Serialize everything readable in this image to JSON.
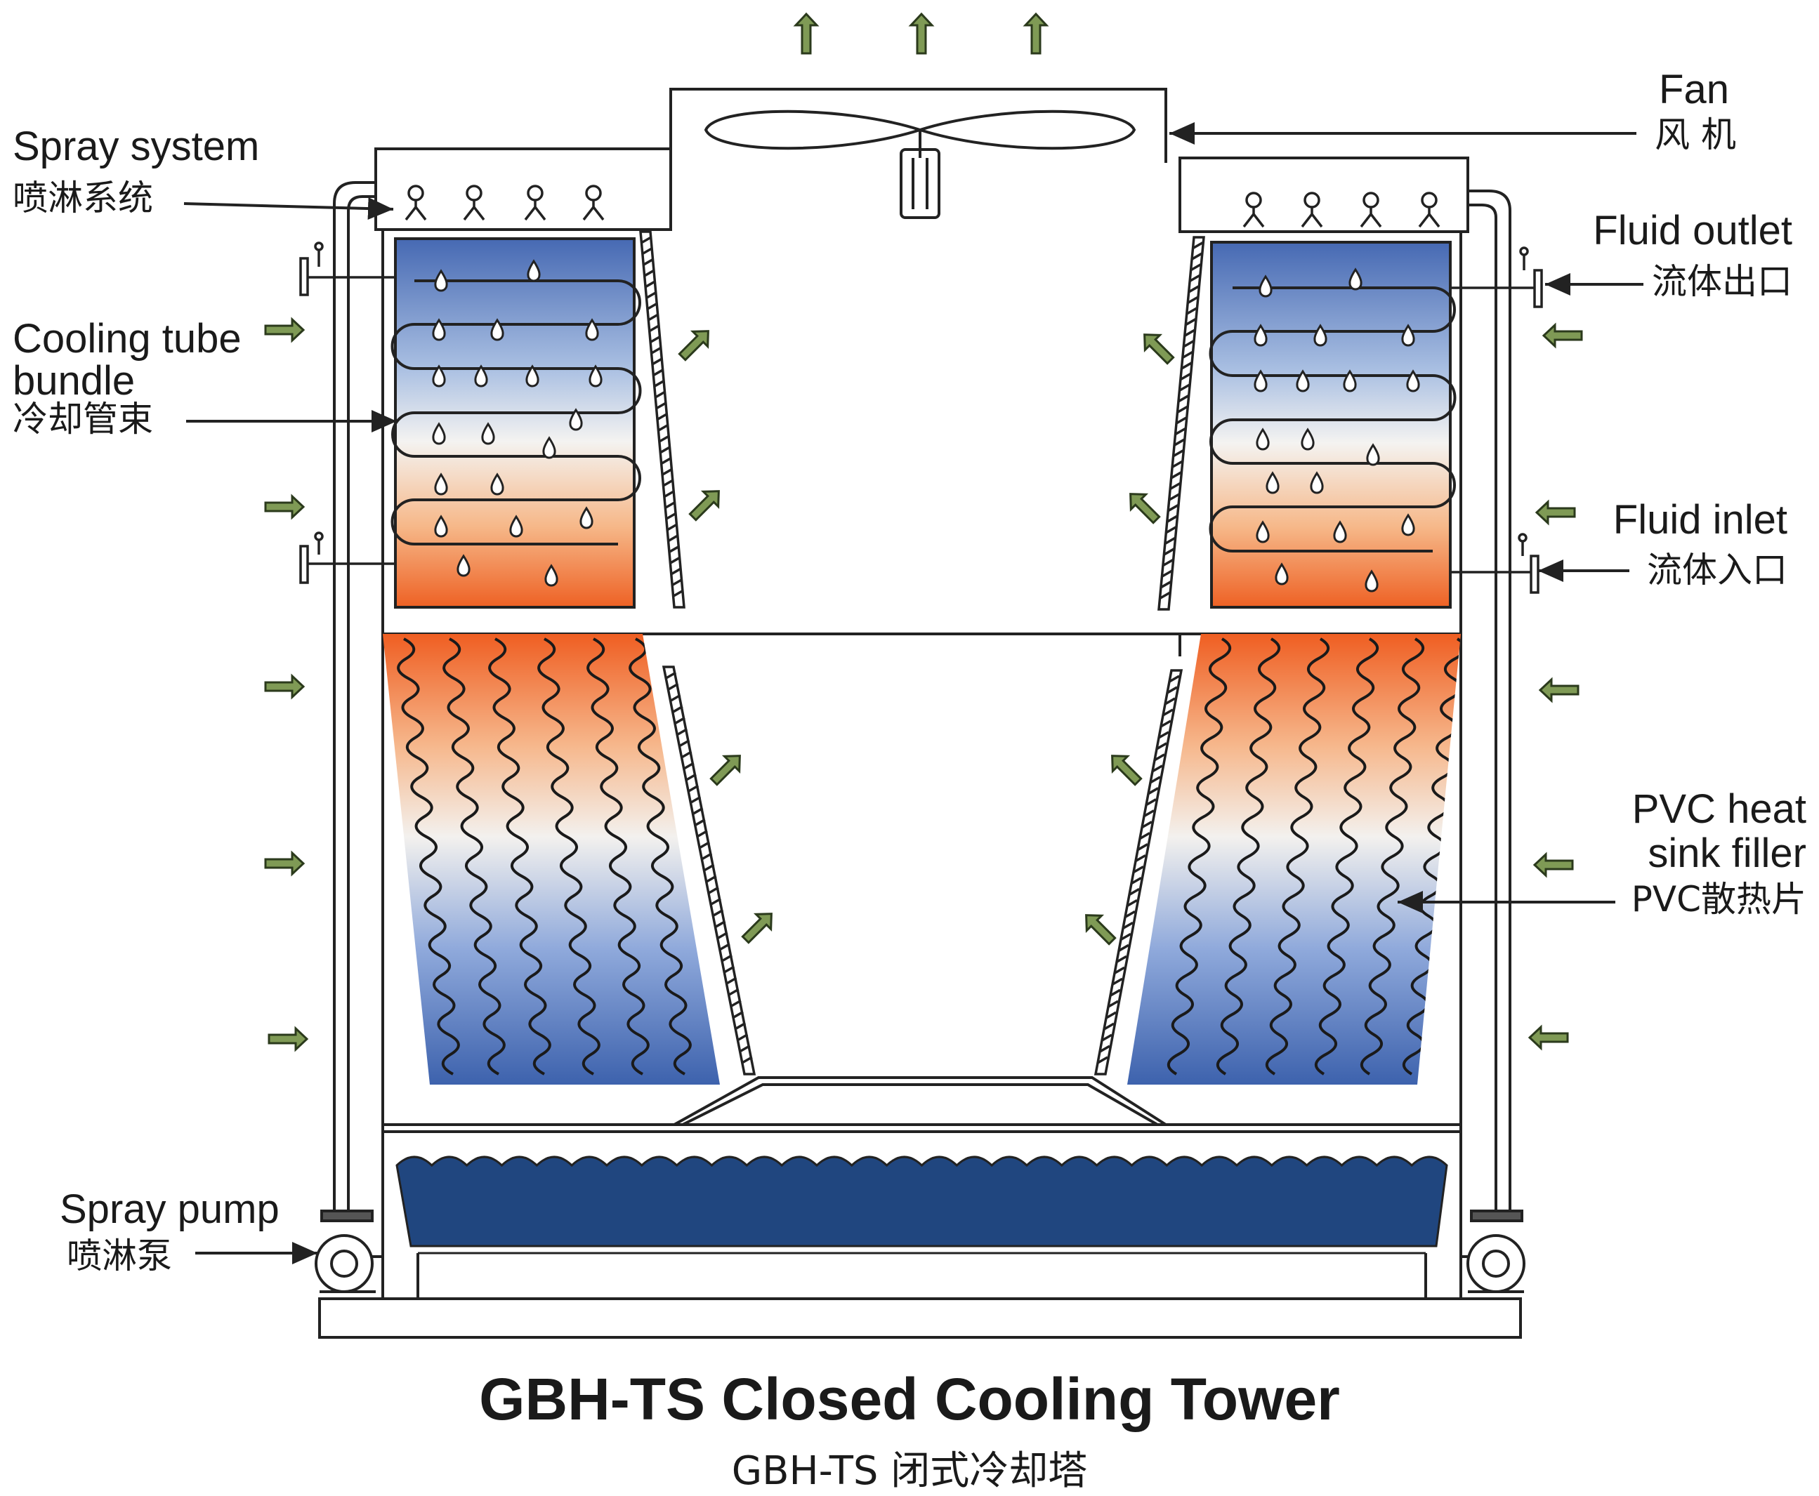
{
  "title": "GBH-TS Closed Cooling Tower",
  "subtitle": "GBH-TS 闭式冷却塔",
  "labels": {
    "spray_system": {
      "en": "Spray system",
      "cn": "喷淋系统"
    },
    "fan": {
      "en": "Fan",
      "cn": "风 机"
    },
    "fluid_outlet": {
      "en": "Fluid outlet",
      "cn": "流体出口"
    },
    "cooling_tube_bundle": {
      "en1": "Cooling tube",
      "en2": "bundle",
      "cn": "冷却管束"
    },
    "fluid_inlet": {
      "en": "Fluid inlet",
      "cn": "流体入口"
    },
    "pvc_filler": {
      "en1": "PVC heat",
      "en2": "sink filler",
      "cn": "PVC散热片"
    },
    "spray_pump": {
      "en": "Spray pump",
      "cn": "喷淋泵"
    }
  },
  "colors": {
    "line": "#222222",
    "hot": "#f06a2a",
    "cool": "#3f66b0",
    "basin_water": "#20467f",
    "airflow_arrow": "#7f9a55"
  },
  "icons": [
    "fan-icon",
    "spray-nozzle-icon",
    "water-drop-icon",
    "airflow-arrow-icon",
    "pump-icon",
    "motor-icon"
  ]
}
